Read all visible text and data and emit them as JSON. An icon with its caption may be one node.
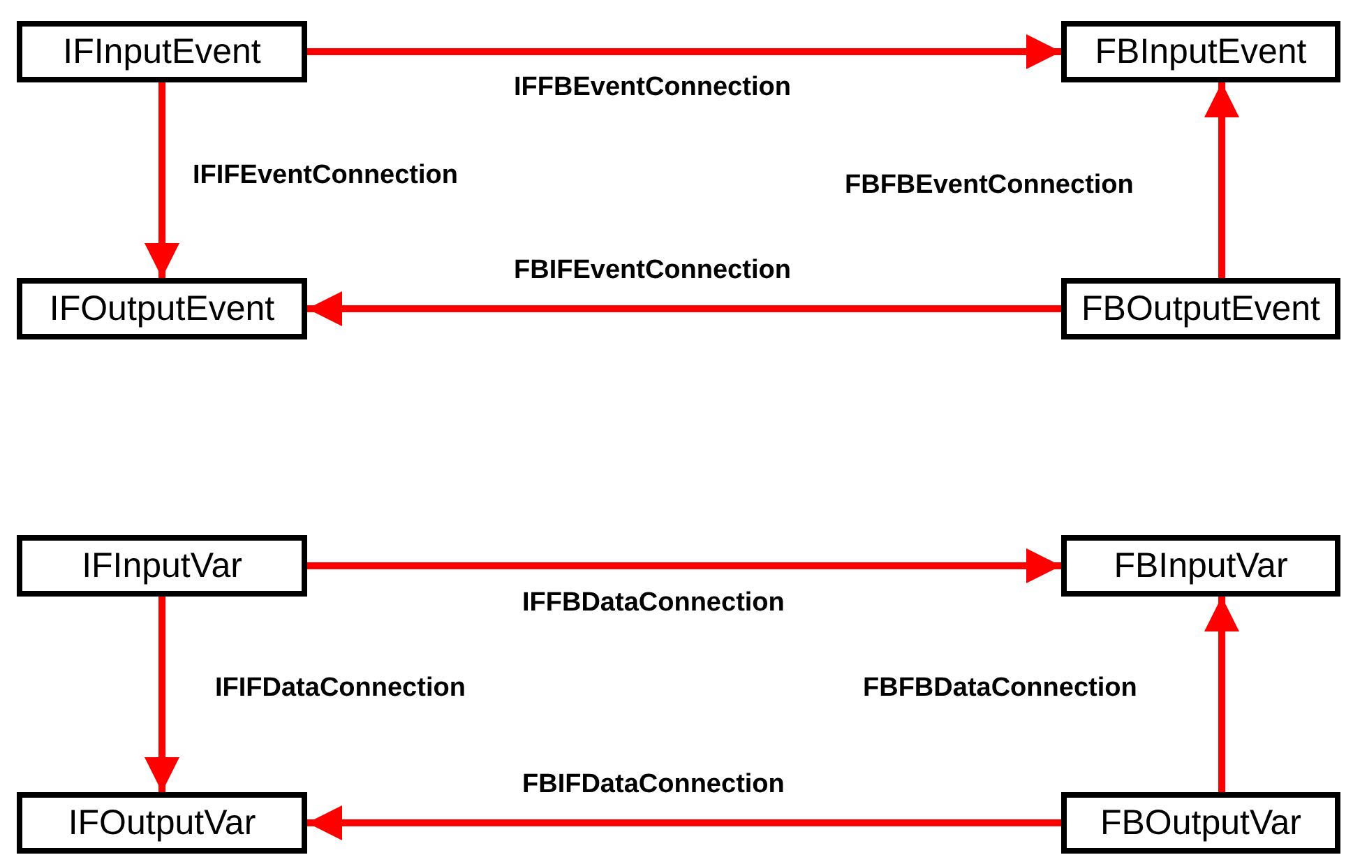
{
  "diagram": {
    "nodes": [
      {
        "text": [
          "IFInputEvent"
        ]
      },
      {
        "text": [
          "FBInputEvent"
        ]
      },
      {
        "text": [
          "IFOutputEvent"
        ]
      },
      {
        "text": [
          "FBOutputEvent"
        ]
      },
      {
        "text": [
          "IFInputVar"
        ]
      },
      {
        "text": [
          "FBInputVar"
        ]
      },
      {
        "text": [
          "IFOutputVar"
        ]
      },
      {
        "text": [
          "FBOutputVar"
        ]
      }
    ],
    "edges": [
      {
        "from": 0,
        "to": 1,
        "arrow": "to",
        "label": "IFFBEventConnection"
      },
      {
        "from": 0,
        "to": 2,
        "arrow": "to",
        "label": "IFIFEventConnection"
      },
      {
        "from": 3,
        "to": 1,
        "arrow": "to",
        "label": "FBFBEventConnection"
      },
      {
        "from": 3,
        "to": 2,
        "arrow": "to",
        "label": "FBIFEventConnection"
      },
      {
        "from": 4,
        "to": 5,
        "arrow": "to",
        "label": "IFFBDataConnection"
      },
      {
        "from": 4,
        "to": 6,
        "arrow": "to",
        "label": "IFIFDataConnection"
      },
      {
        "from": 7,
        "to": 5,
        "arrow": "to",
        "label": "FBFBDataConnection"
      },
      {
        "from": 7,
        "to": 6,
        "arrow": "to",
        "label": "FBIFDataConnection"
      }
    ]
  }
}
